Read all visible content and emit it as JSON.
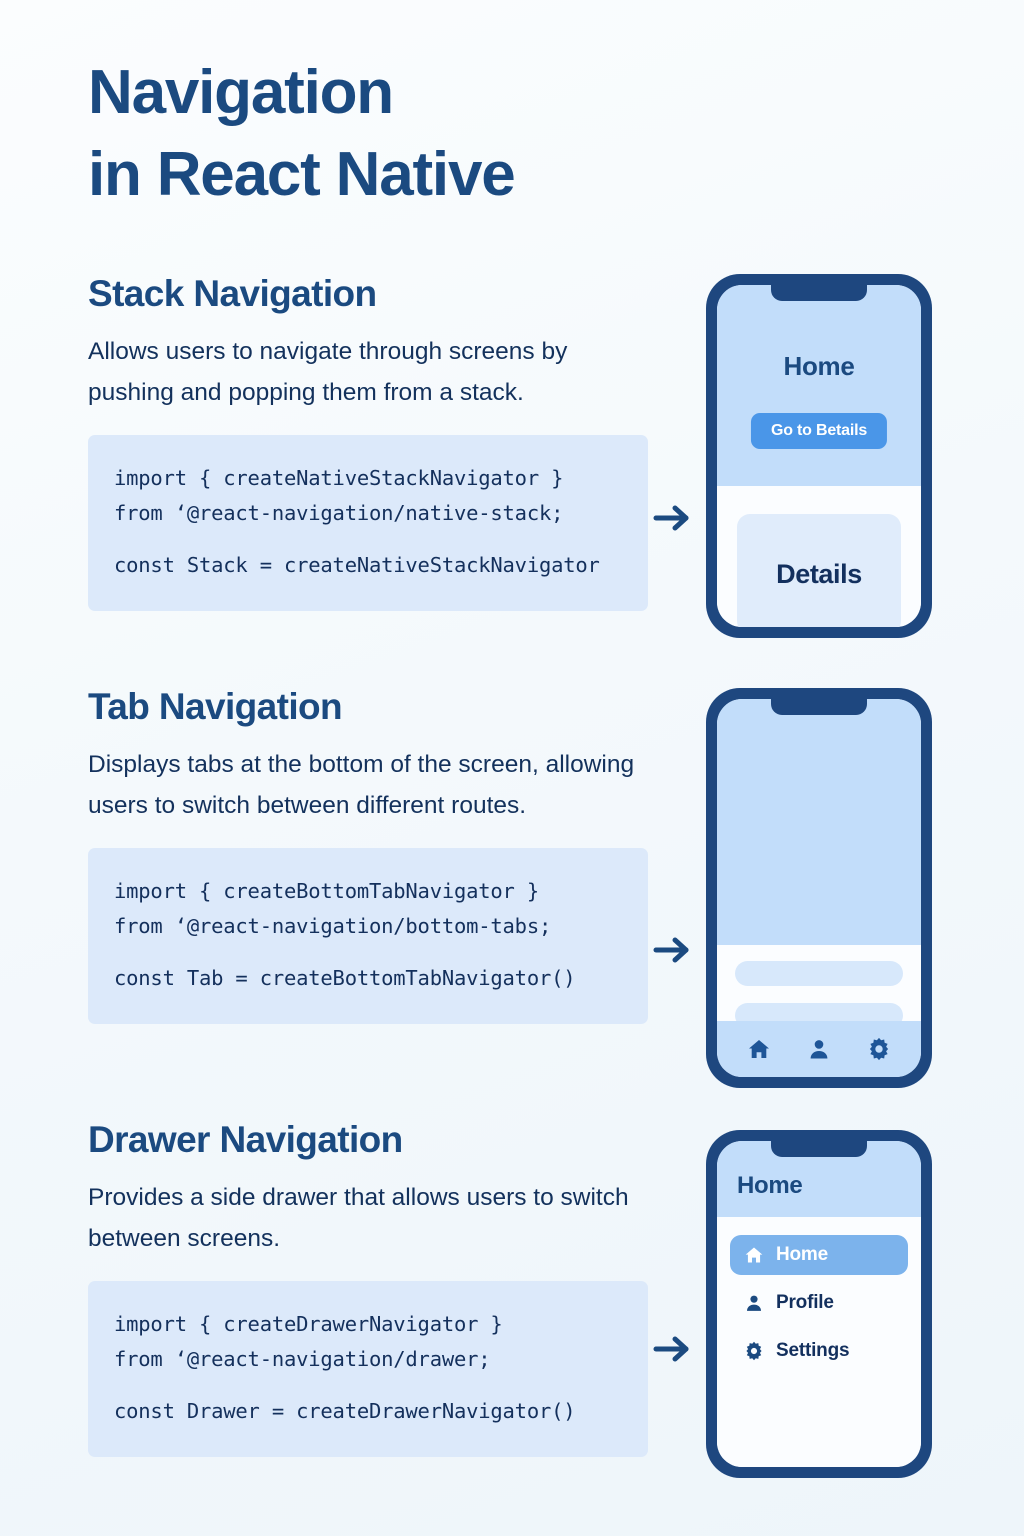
{
  "title": {
    "line1": "Navigation",
    "line2": "in React Native"
  },
  "colors": {
    "brand_navy": "#1b4a80",
    "deep_navy": "#1e477f",
    "accent_blue": "#4a96e8",
    "light_blue": "#c2ddfa",
    "code_bg": "#dce9fa",
    "page_bg": "#f4f9fc",
    "active_item": "#7cb3ec"
  },
  "sections": [
    {
      "id": "stack",
      "heading": "Stack Navigation",
      "description": "Allows users to navigate through screens by pushing and popping them from a stack.",
      "code_line_1": "import { createNativeStackNavigator }",
      "code_line_2": "from ‘@react-navigation/native-stack;",
      "code_line_3": "const Stack = createNativeStackNavigator",
      "arrow_icon": "arrow-right-icon"
    },
    {
      "id": "tab",
      "heading": "Tab Navigation",
      "description": "Displays tabs at the bottom of the screen, allowing users to switch between different routes.",
      "code_line_1": "import { createBottomTabNavigator }",
      "code_line_2": "from ‘@react-navigation/bottom-tabs;",
      "code_line_3": "const Tab = createBottomTabNavigator()",
      "arrow_icon": "arrow-right-icon"
    },
    {
      "id": "drawer",
      "heading": "Drawer Navigation",
      "description": "Provides a side drawer that allows users to switch between screens.",
      "code_line_1": "import { createDrawerNavigator }",
      "code_line_2": "from ‘@react-navigation/drawer;",
      "code_line_3": "const Drawer = createDrawerNavigator()",
      "arrow_icon": "arrow-right-icon"
    }
  ],
  "phones": {
    "stack": {
      "screen_title": "Home",
      "button_label": "Go to Betails",
      "card_label": "Details"
    },
    "tab": {
      "placeholder_rows": 2,
      "tabs": [
        {
          "icon": "home-icon",
          "label": ""
        },
        {
          "icon": "person-icon",
          "label": ""
        },
        {
          "icon": "gear-icon",
          "label": ""
        }
      ]
    },
    "drawer": {
      "header_title": "Home",
      "items": [
        {
          "icon": "home-icon",
          "label": "Home",
          "active": true
        },
        {
          "icon": "person-icon",
          "label": "Profile",
          "active": false
        },
        {
          "icon": "gear-icon",
          "label": "Settings",
          "active": false
        }
      ]
    }
  }
}
